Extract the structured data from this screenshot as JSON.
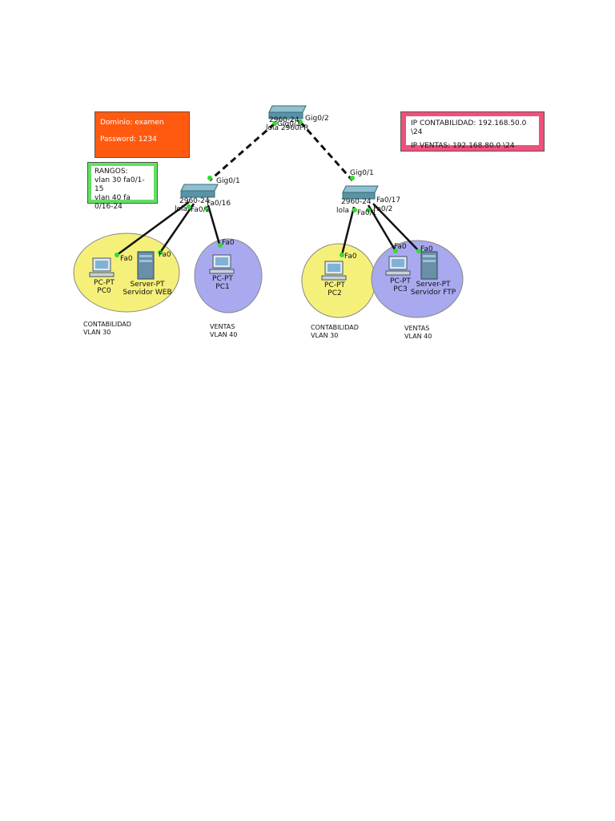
{
  "notes": {
    "credentials": {
      "line1": "Dominio: examen",
      "line2": "Password: 1234"
    },
    "ip": {
      "line1": "IP CONTABILIDAD: 192.168.50.0 \\24",
      "line2": "IP VENTAS: 192.168.80.0 \\24"
    },
    "ranges": {
      "title": "RANGOS:",
      "line1": "vlan 30 fa0/1-15",
      "line2": "vlan 40 fa 0/16-24"
    }
  },
  "switches": {
    "core": {
      "label_a": "2960-24",
      "label_b": "lola 2960PR",
      "port_down_left": "Gig0/1",
      "port_down_right": "Gig0/2"
    },
    "left": {
      "label_a": "2960-24",
      "label_b": "lola",
      "port_up": "Gig0/1",
      "port_a": "Fa0/16",
      "port_b": "Fa0/2"
    },
    "right": {
      "label_a": "2960-24",
      "label_b": "lola",
      "port_up": "Gig0/1",
      "port_a": "Fa0/17",
      "port_b": "Fa0/1",
      "port_c": "Fa0/2"
    }
  },
  "devices": {
    "pc0": {
      "type": "PC-PT",
      "name": "PC0",
      "port": "Fa0"
    },
    "web": {
      "type": "Server-PT",
      "name": "Servidor WEB",
      "port": "Fa0"
    },
    "pc1": {
      "type": "PC-PT",
      "name": "PC1",
      "port": "Fa0"
    },
    "pc2": {
      "type": "PC-PT",
      "name": "PC2",
      "port": "Fa0"
    },
    "pc3": {
      "type": "PC-PT",
      "name": "PC3",
      "port": "Fa0"
    },
    "ftp": {
      "type": "Server-PT",
      "name": "Servidor FTP",
      "port": "Fa0"
    }
  },
  "zones": [
    {
      "dept": "CONTABILIDAD",
      "vlan": "VLAN 30",
      "color": "#f5f07a"
    },
    {
      "dept": "VENTAS",
      "vlan": "VLAN 40",
      "color": "#a9a9f0"
    },
    {
      "dept": "CONTABILIDAD",
      "vlan": "VLAN 30",
      "color": "#f5f07a"
    },
    {
      "dept": "VENTAS",
      "vlan": "VLAN 40",
      "color": "#a9a9f0"
    }
  ],
  "colors": {
    "link_dot": "#33dd33",
    "cable": "#111111",
    "switch": "#6aa6b8"
  }
}
